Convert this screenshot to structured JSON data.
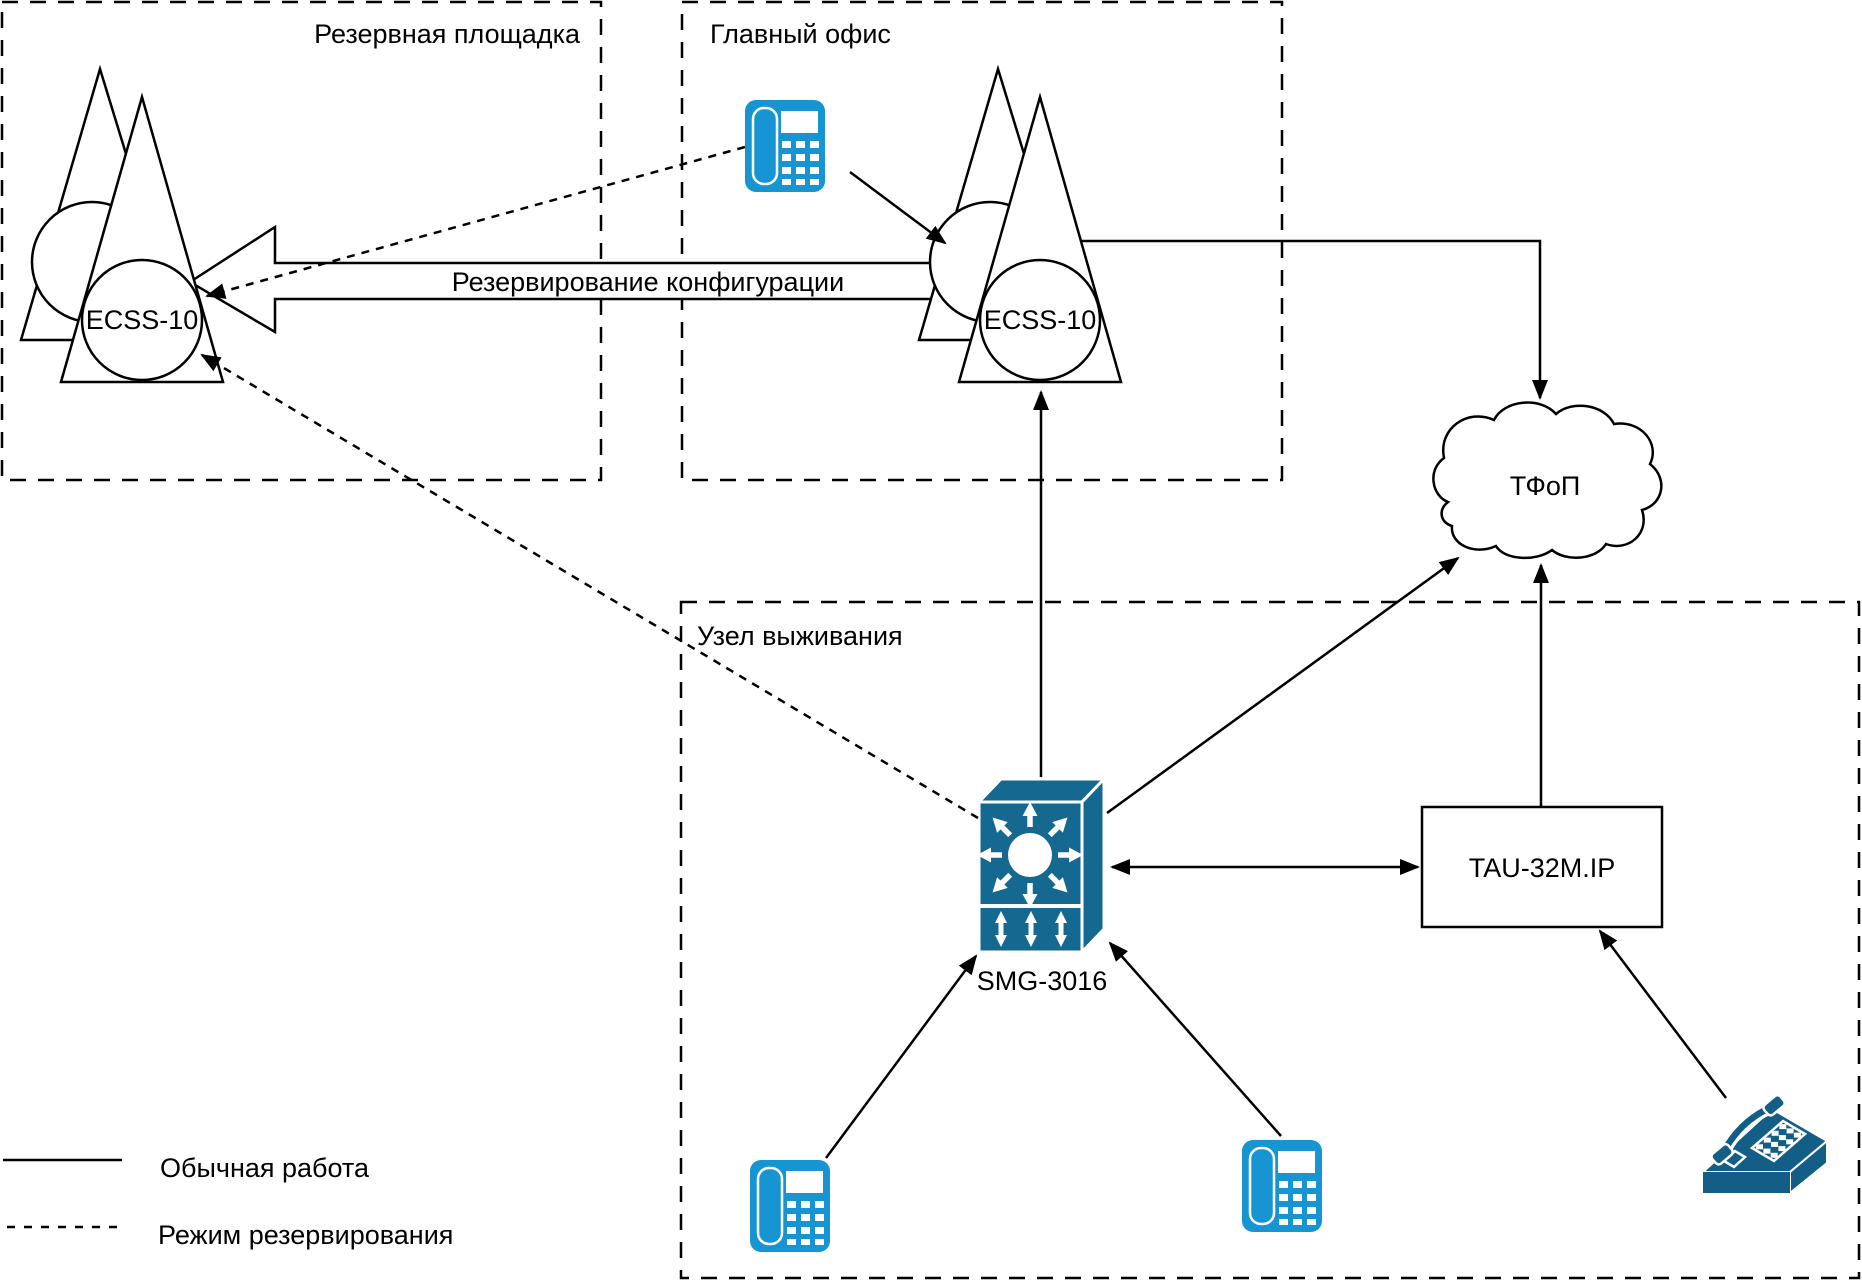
{
  "colors": {
    "ip_phone": "#1795d3",
    "gateway_device": "#15688f",
    "fax_phone": "#135e86",
    "line": "#000000",
    "background": "#ffffff"
  },
  "zones": {
    "reserve_site": {
      "label": "Резервная площадка",
      "cluster_label": "ECSS-10"
    },
    "main_office": {
      "label": "Главный офис",
      "cluster_label": "ECSS-10"
    },
    "survival_node": {
      "label": "Узел выживания",
      "gateway_label": "SMG-3016",
      "tau_label": "TAU-32M.IP"
    }
  },
  "pstn_cloud": {
    "label": "ТФоП"
  },
  "backup_arrow": {
    "label": "Резервирование конфигурации"
  },
  "legend": {
    "items": [
      {
        "style": "solid",
        "label": "Обычная работа"
      },
      {
        "style": "dashed",
        "label": "Режим резервирования"
      }
    ]
  }
}
